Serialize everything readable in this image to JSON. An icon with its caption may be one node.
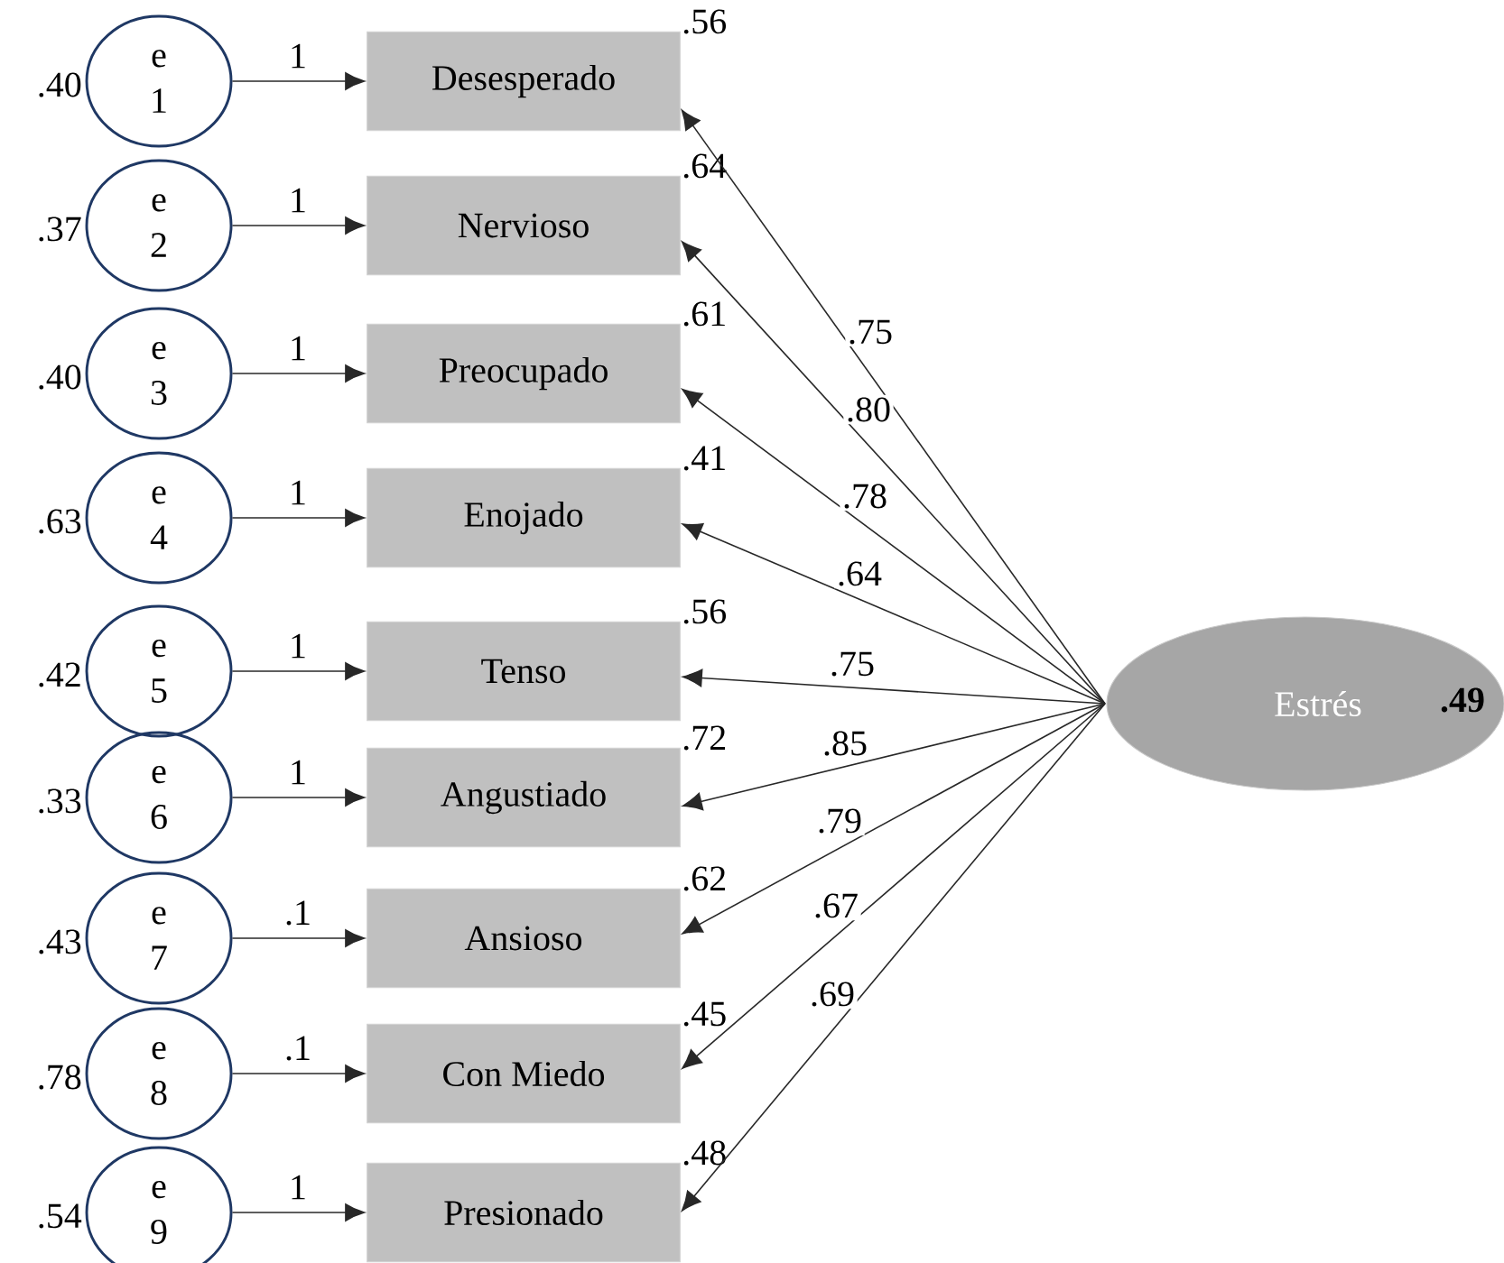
{
  "diagram": {
    "nodes": [
      {
        "text": [
          "e 1"
        ],
        "beside": [
          ".40"
        ]
      },
      {
        "text": [
          "e 2"
        ],
        "beside": [
          ".37"
        ]
      },
      {
        "text": [
          "e 3"
        ],
        "beside": [
          ".40"
        ]
      },
      {
        "text": [
          "e 4"
        ],
        "beside": [
          ".63"
        ]
      },
      {
        "text": [
          "e 5"
        ],
        "beside": [
          ".42"
        ]
      },
      {
        "text": [
          "e 6"
        ],
        "beside": [
          ".33"
        ]
      },
      {
        "text": [
          "e 7"
        ],
        "beside": [
          ".43"
        ]
      },
      {
        "text": [
          "e 8"
        ],
        "beside": [
          ".78"
        ]
      },
      {
        "text": [
          "e 9"
        ],
        "beside": [
          ".54"
        ]
      },
      {
        "text": [
          "Desesperado"
        ],
        "beside": [
          ".56"
        ]
      },
      {
        "text": [
          "Nervioso"
        ],
        "beside": [
          ".64"
        ]
      },
      {
        "text": [
          "Preocupado"
        ],
        "beside": [
          ".61"
        ]
      },
      {
        "text": [
          "Enojado"
        ],
        "beside": [
          ".41"
        ]
      },
      {
        "text": [
          "Tenso"
        ],
        "beside": [
          ".56"
        ]
      },
      {
        "text": [
          "Angustiado"
        ],
        "beside": [
          ".72"
        ]
      },
      {
        "text": [
          "Ansioso"
        ],
        "beside": [
          ".62"
        ]
      },
      {
        "text": [
          "Con Miedo"
        ],
        "beside": [
          ".45"
        ]
      },
      {
        "text": [
          "Presionado"
        ],
        "beside": [
          ".48"
        ]
      },
      {
        "text": [
          "Estrés",
          ".49"
        ]
      }
    ],
    "edges": [
      {
        "from": 0,
        "to": 9,
        "arrow": "to",
        "label": "1"
      },
      {
        "from": 1,
        "to": 10,
        "arrow": "to",
        "label": "1"
      },
      {
        "from": 2,
        "to": 11,
        "arrow": "to",
        "label": "1"
      },
      {
        "from": 3,
        "to": 12,
        "arrow": "to",
        "label": "1"
      },
      {
        "from": 4,
        "to": 13,
        "arrow": "to",
        "label": "1"
      },
      {
        "from": 5,
        "to": 14,
        "arrow": "to",
        "label": "1"
      },
      {
        "from": 6,
        "to": 15,
        "arrow": "to",
        "label": ".1"
      },
      {
        "from": 7,
        "to": 16,
        "arrow": "to",
        "label": ".1"
      },
      {
        "from": 8,
        "to": 17,
        "arrow": "to",
        "label": "1"
      },
      {
        "from": 18,
        "to": 9,
        "arrow": "to",
        "label": ".75"
      },
      {
        "from": 18,
        "to": 10,
        "arrow": "to",
        "label": ".80"
      },
      {
        "from": 18,
        "to": 11,
        "arrow": "to",
        "label": ".78"
      },
      {
        "from": 18,
        "to": 12,
        "arrow": "to",
        "label": ".64"
      },
      {
        "from": 18,
        "to": 13,
        "arrow": "to",
        "label": ".75"
      },
      {
        "from": 18,
        "to": 14,
        "arrow": "to",
        "label": ".85"
      },
      {
        "from": 18,
        "to": 15,
        "arrow": "to",
        "label": ".79"
      },
      {
        "from": 18,
        "to": 16,
        "arrow": "to",
        "label": ".67"
      },
      {
        "from": 18,
        "to": 17,
        "arrow": "to",
        "label": ".69"
      }
    ]
  }
}
